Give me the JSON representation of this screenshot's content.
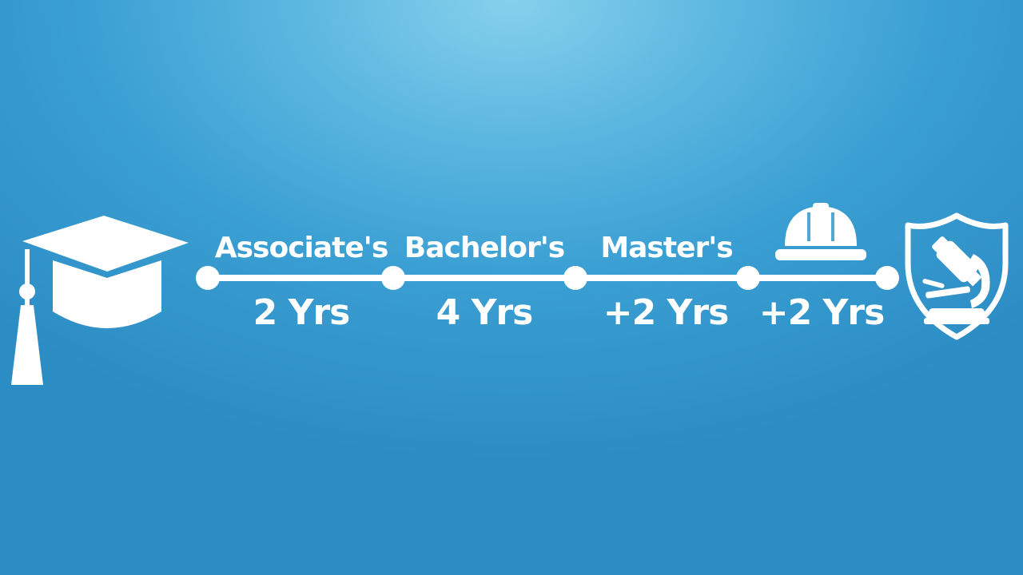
{
  "colors": {
    "background_top": "#86d0ec",
    "background_bottom": "#2c8dc4",
    "foreground": "#ffffff"
  },
  "icons": {
    "start": "graduation-cap-icon",
    "helmet": "hard-hat-icon",
    "end": "microscope-shield-icon"
  },
  "timeline": {
    "stages": [
      {
        "degree": "Associate's",
        "years": "2 Yrs"
      },
      {
        "degree": "Bachelor's",
        "years": "4 Yrs"
      },
      {
        "degree": "Master's",
        "years": "+2 Yrs"
      },
      {
        "degree": "",
        "years": "+2 Yrs"
      }
    ]
  }
}
